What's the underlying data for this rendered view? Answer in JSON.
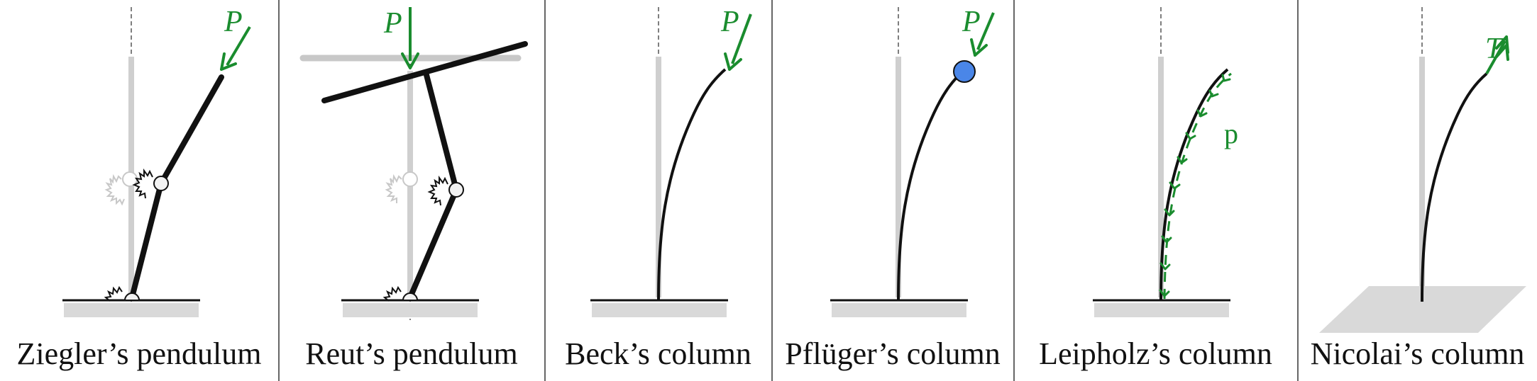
{
  "colors": {
    "load": "#1a8c2e",
    "ground": "#d9d9d9",
    "ghost": "#c8c8c8",
    "mass": "#4a86e8",
    "line": "#111111"
  },
  "panels": [
    {
      "caption": "Ziegler’s pendulum",
      "force_label": "P"
    },
    {
      "caption": "Reut’s pendulum",
      "force_label": "P"
    },
    {
      "caption": "Beck’s column",
      "force_label": "P"
    },
    {
      "caption": "Pflüger’s column",
      "force_label": "P"
    },
    {
      "caption": "Leipholz’s column",
      "force_label": "p"
    },
    {
      "caption": "Nicolai’s column",
      "force_label": "T"
    }
  ]
}
